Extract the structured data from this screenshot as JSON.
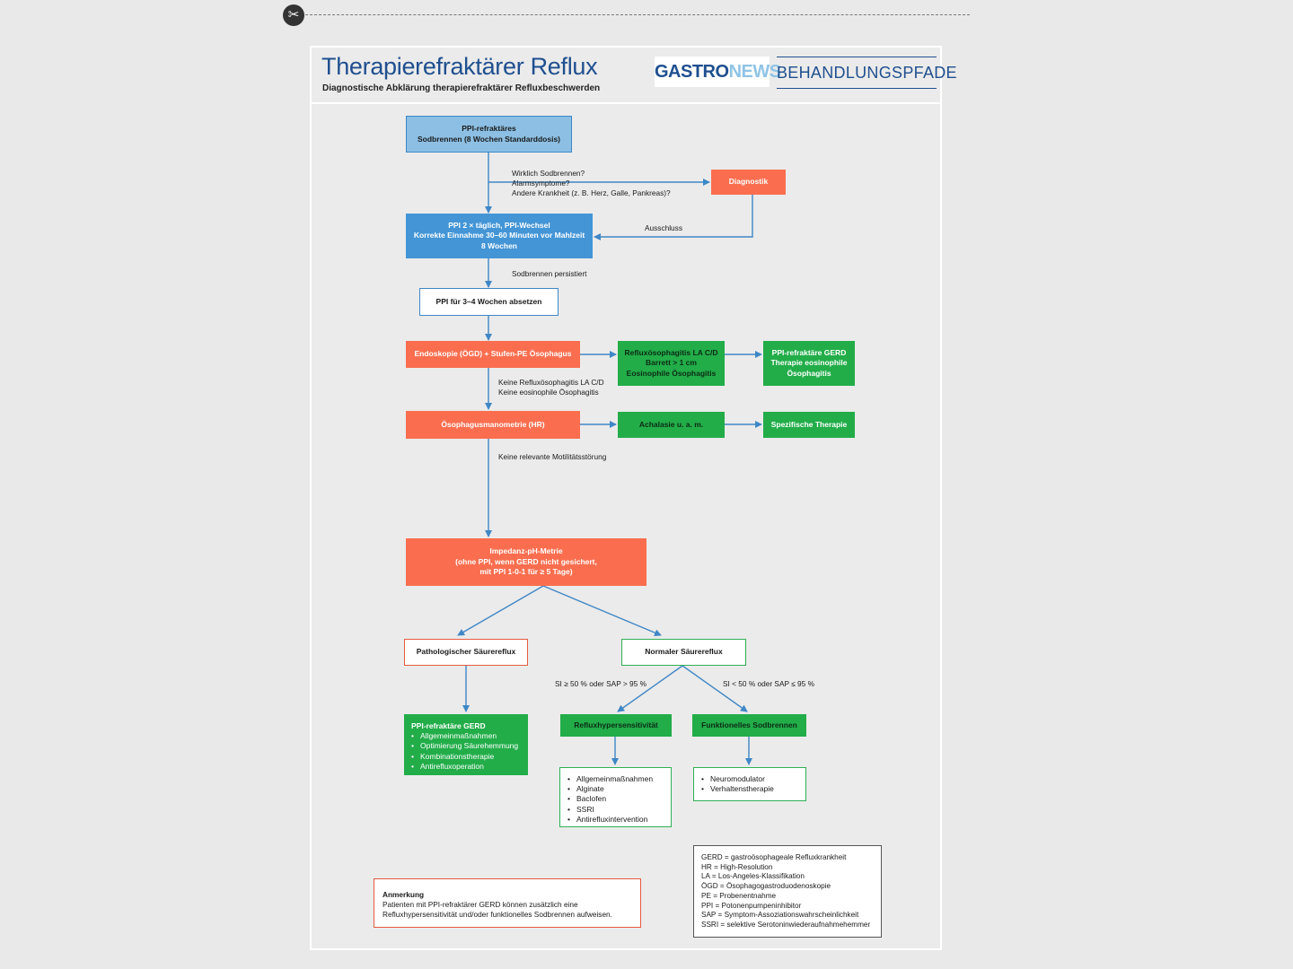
{
  "header": {
    "title": "Therapierefraktärer Reflux",
    "subtitle": "Diagnostische Abklärung therapierefraktärer Refluxbeschwerden",
    "brand_part1": "GASTRO",
    "brand_part2": "NEWS",
    "section": "BEHANDLUNGSPFADE"
  },
  "icons": {
    "cut": "scissors-icon"
  },
  "colors": {
    "blue_light": "#8cbfe3",
    "blue_dark": "#4395d6",
    "orange": "#fa6e4f",
    "green": "#22ad49",
    "title_blue": "#1f4f8f",
    "connector": "#3f87c6"
  },
  "nodes": {
    "start": [
      "PPI-refraktäres",
      "Sodbrennen (8 Wochen Standarddosis)"
    ],
    "diagnostik": [
      "Diagnostik"
    ],
    "ppi_double": [
      "PPI 2 × täglich, PPI-Wechsel",
      "Korrekte Einnahme 30–60 Minuten vor Mahlzeit",
      "8 Wochen"
    ],
    "ppi_stop": [
      "PPI für 3–4 Wochen absetzen"
    ],
    "endoskopie": [
      "Endoskopie (ÖGD) + Stufen-PE Ösophagus"
    ],
    "reflux_findings": [
      "Refluxösophagitis LA C/D",
      "Barrett > 1 cm",
      "Eosinophile Ösophagitis"
    ],
    "ppi_ref_eos": [
      "PPI-refraktäre GERD",
      "Therapie eosinophile",
      "Ösophagitis"
    ],
    "manometrie": [
      "Ösophagusmanometrie (HR)"
    ],
    "achalasie": [
      "Achalasie u. a. m."
    ],
    "spez_therapie": [
      "Spezifische Therapie"
    ],
    "impedanz": [
      "Impedanz-pH-Metrie",
      "(ohne PPI, wenn GERD nicht gesichert,",
      "mit PPI 1-0-1 für ≥ 5 Tage)"
    ],
    "path_reflux": [
      "Pathologischer Säurereflux"
    ],
    "norm_reflux": [
      "Normaler Säurereflux"
    ],
    "refluxhyper": [
      "Refluxhypersensitivität"
    ],
    "funkt_sod": [
      "Funktionelles Sodbrennen"
    ]
  },
  "lists": {
    "ppi_ref_gerd": {
      "title": "PPI-refraktäre GERD",
      "items": [
        "Allgemeinmaßnahmen",
        "Optimierung Säurehemmung",
        "Kombinationstherapie",
        "Antirefluxoperation"
      ]
    },
    "refluxhyper_therapy": {
      "items": [
        "Allgemeinmaßnahmen",
        "Alginate",
        "Baclofen",
        "SSRI",
        "Antirefluxintervention"
      ]
    },
    "funkt_therapy": {
      "items": [
        "Neuromodulator",
        "Verhaltenstherapie"
      ]
    }
  },
  "labels": {
    "questions": [
      "Wirklich Sodbrennen?",
      "Alarmsymptome?",
      "Andere Krankheit (z. B. Herz, Galle, Pankreas)?"
    ],
    "ausschluss": [
      "Ausschluss"
    ],
    "persistiert": [
      "Sodbrennen persistiert"
    ],
    "keine_reflux": [
      "Keine Refluxösophagitis LA C/D",
      "Keine eosinophile Ösophagitis"
    ],
    "keine_motil": [
      "Keine relevante Motilitätsstörung"
    ],
    "si_high": [
      "SI ≥ 50 % oder SAP > 95 %"
    ],
    "si_low": [
      "SI < 50 % oder SAP ≤ 95 %"
    ]
  },
  "note": {
    "title": "Anmerkung",
    "lines": [
      "Patienten mit PPI-refraktärer GERD können zusätzlich eine",
      "Refluxhypersensitivität und/oder funktionelles Sodbrennen aufweisen."
    ]
  },
  "legend": [
    "GERD = gastroösophageale Refluxkrankheit",
    "HR = High-Resolution",
    "LA = Los-Angeles-Klassifikation",
    "ÖGD = Ösophagogastroduodenoskopie",
    "PE = Probenentnahme",
    "PPI = Potonenpumpeninhibitor",
    "SAP = Symptom-Assoziationswahrscheinlichkeit",
    "SSRI = selektive Serotoninwiederaufnahmehemmer"
  ]
}
